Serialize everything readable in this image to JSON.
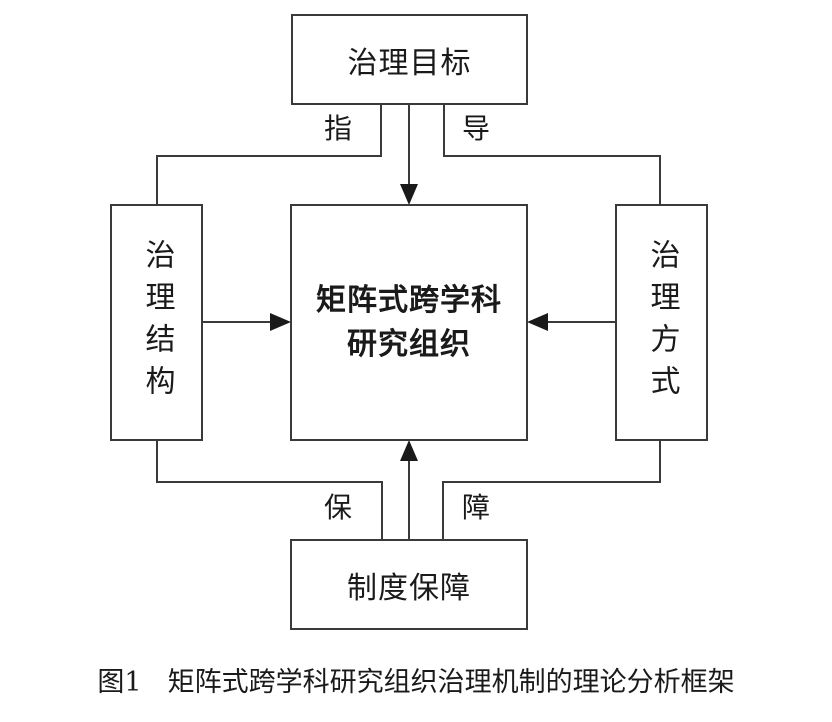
{
  "diagram": {
    "nodes": {
      "goal": {
        "label": "治理目标"
      },
      "center": {
        "label_line1": "矩阵式跨学科",
        "label_line2": "研究组织"
      },
      "structure": {
        "label": "治理结构"
      },
      "method": {
        "label": "治理方式"
      },
      "institution": {
        "label": "制度保障"
      }
    },
    "edge_labels": {
      "guide_left": "指",
      "guide_right": "导",
      "guarantee_left": "保",
      "guarantee_right": "障"
    },
    "edges": [
      {
        "from": "goal",
        "to": "center",
        "type": "arrow"
      },
      {
        "from": "goal",
        "to": "structure",
        "type": "line",
        "label": "指导"
      },
      {
        "from": "goal",
        "to": "method",
        "type": "line",
        "label": "指导"
      },
      {
        "from": "structure",
        "to": "center",
        "type": "arrow"
      },
      {
        "from": "method",
        "to": "center",
        "type": "arrow"
      },
      {
        "from": "institution",
        "to": "center",
        "type": "arrow"
      },
      {
        "from": "institution",
        "to": "structure",
        "type": "line",
        "label": "保障"
      },
      {
        "from": "institution",
        "to": "method",
        "type": "line",
        "label": "保障"
      }
    ],
    "colors": {
      "stroke": "#3a3a3a",
      "text": "#1a1a1a",
      "background": "#ffffff"
    }
  },
  "caption": {
    "figure_number": "图1",
    "title": "矩阵式跨学科研究组织治理机制的理论分析框架"
  }
}
